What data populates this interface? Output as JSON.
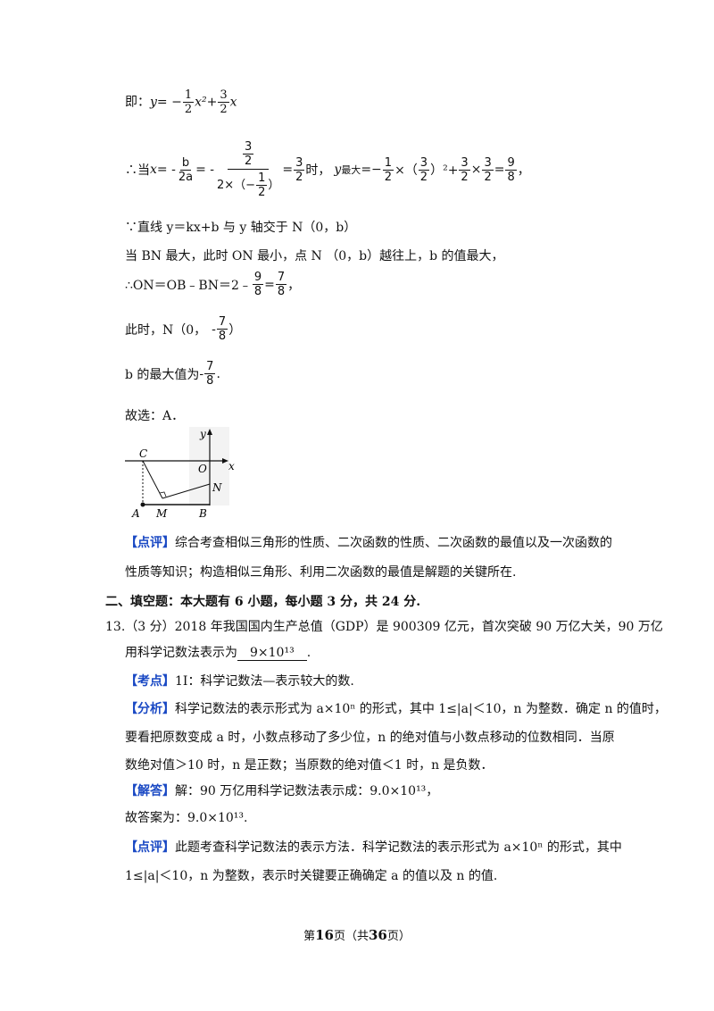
{
  "solution": {
    "line1_prefix": "即：",
    "y_var": "y",
    "eq": "=",
    "line1": {
      "f1_num": "1",
      "f1_den": "2",
      "x2": "x²+",
      "f2_num": "3",
      "f2_den": "2",
      "x": "x"
    },
    "line2": {
      "therefore_when": "∴当",
      "x": "x",
      "eq_minus": "= -",
      "b": "b",
      "two_a": "2a",
      "eq_minus2": "= -",
      "big_num": "3",
      "big_num_den": "2",
      "big_den_prefix": "2×（",
      "big_den_num": "1",
      "big_den_den": "2",
      "big_den_suffix": "）",
      "eq3": "=",
      "res_num": "3",
      "res_den": "2",
      "shi": "时，",
      "y_max": "y",
      "max_sub": "最大",
      "eq4": "=",
      "t1_num": "1",
      "t1_den": "2",
      "times1": "×（",
      "t2_num": "3",
      "t2_den": "2",
      "sq_plus": "）²+",
      "t3_num": "3",
      "t3_den": "2",
      "times2": "×",
      "t4_num": "3",
      "t4_den": "2",
      "eq5": "=",
      "t5_num": "9",
      "t5_den": "8",
      "comma": "，"
    },
    "line3": "∵直线 y＝kx+b 与 y 轴交于 N（0，b）",
    "line4": "当 BN 最大，此时 ON 最小，点 N （0，b）越往上，b 的值最大，",
    "line5": {
      "prefix": "∴ON＝OB﹣BN＝2﹣",
      "f1_num": "9",
      "f1_den": "8",
      "eq": "=",
      "f2_num": "7",
      "f2_den": "8",
      "comma": "，"
    },
    "line6": {
      "prefix": "此时，N（0，",
      "neg": "-",
      "num": "7",
      "den": "8",
      "suffix": "）"
    },
    "line7": {
      "prefix": "b 的最大值为",
      "neg": "-",
      "num": "7",
      "den": "8",
      "suffix": "."
    },
    "line8": "故选：A．"
  },
  "figure": {
    "labels": {
      "y": "y",
      "x": "x",
      "C": "C",
      "O": "O",
      "N": "N",
      "A": "A",
      "M": "M",
      "B": "B"
    }
  },
  "comment1": {
    "tag": "【点评】",
    "text1": "综合考查相似三角形的性质、二次函数的性质、二次函数的最值以及一次函数的",
    "text2": "性质等知识；构造相似三角形、利用二次函数的最值是解题的关键所在."
  },
  "section": "二、填空题：本大题有 6 小题，每小题 3 分，共 24 分.",
  "q13": {
    "number": "13.",
    "text1": "（3 分）2018 年我国国内生产总值（GDP）是 900309 亿元，首次突破 90 万亿大关，90 万亿",
    "text2_prefix": "用科学记数法表示为",
    "answer": "9×10¹³",
    "text2_suffix": "."
  },
  "kaodian": {
    "tag": "【考点】",
    "text": "1I：科学记数法—表示较大的数."
  },
  "fenxi": {
    "tag": "【分析】",
    "text1": "科学记数法的表示形式为 a×10ⁿ 的形式，其中 1≤|a|＜10，n 为整数．确定 n 的值时，",
    "text2": "要看把原数变成 a 时，小数点移动了多少位，n 的绝对值与小数点移动的位数相同．当原",
    "text3": "数绝对值＞10 时，n 是正数；当原数的绝对值＜1 时，n 是负数．"
  },
  "jieda": {
    "tag": "【解答】",
    "text1": "解：90 万亿用科学记数法表示成：9.0×10¹³，",
    "text2": "故答案为：9.0×10¹³."
  },
  "comment2": {
    "tag": "【点评】",
    "text1": "此题考查科学记数法的表示方法．科学记数法的表示形式为 a×10ⁿ 的形式，其中",
    "text2": "1≤|a|＜10，n 为整数，表示时关键要正确确定 a 的值以及 n 的值."
  },
  "footer": {
    "pre": "第",
    "page": "16",
    "mid": "页（共",
    "total": "36",
    "post": "页）"
  }
}
